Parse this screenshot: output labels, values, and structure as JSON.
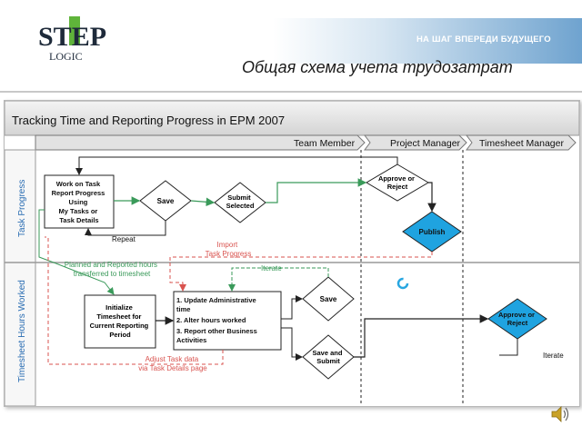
{
  "header": {
    "logo_text_top": "STEP",
    "logo_text_bottom": "LOGIC",
    "tagline": "НА ШАГ ВПЕРЕДИ БУДУЩЕГО",
    "title": "Общая схема учета трудозатрат"
  },
  "diagram": {
    "title": "Tracking Time and Reporting Progress in EPM 2007",
    "roles": [
      "Team Member",
      "Project Manager",
      "Timesheet Manager"
    ],
    "lanes": [
      "Task Progress",
      "Timesheet Hours Worked"
    ],
    "nodes": {
      "work_on_task": [
        "Work on Task",
        "Report Progress",
        "Using",
        "My Tasks or",
        "Task Details"
      ],
      "save_top": "Save",
      "submit_selected": [
        "Submit",
        "Selected"
      ],
      "approve_top": [
        "Approve or",
        "Reject"
      ],
      "publish": "Publish",
      "initialize": [
        "Initialize",
        "Timesheet for",
        "Current Reporting",
        "Period"
      ],
      "steps": [
        "1. Update Administrative",
        "time",
        "2. Alter hours worked",
        "3. Report other Business",
        "Activities"
      ],
      "save_bottom": "Save",
      "save_and_submit": [
        "Save and",
        "Submit"
      ],
      "approve_bottom": [
        "Approve or",
        "Reject"
      ]
    },
    "labels": {
      "repeat": "Repeat",
      "import": [
        "Import",
        "Task Progress"
      ],
      "planned": [
        "Planned and Reported hours",
        "transferred to timesheet"
      ],
      "iterate_top": "Iterate",
      "adjust": [
        "Adjust Task data",
        "via Task Details page"
      ],
      "iterate_bottom": "Iterate"
    }
  },
  "colors": {
    "green_flow": "#3a9a5a",
    "red_flow": "#d9534f",
    "decision_fill_blue": "#1fa3e0",
    "header_blue": "#6fa3cf",
    "logo_green": "#5fb43a"
  },
  "icons": [
    "speaker-icon",
    "loading-icon"
  ]
}
